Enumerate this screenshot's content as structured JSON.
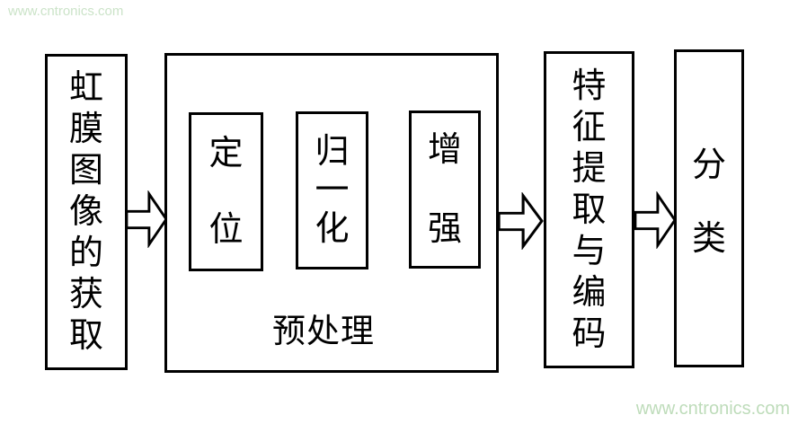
{
  "flowchart": {
    "stages": [
      {
        "id": "iris-image-acquisition",
        "label": "虹膜图像的获取"
      },
      {
        "id": "preprocessing",
        "label": "预处理",
        "steps": [
          {
            "id": "localization",
            "label": "定位"
          },
          {
            "id": "normalization",
            "label": "归一化"
          },
          {
            "id": "enhancement",
            "label": "增强"
          }
        ]
      },
      {
        "id": "feature-extraction-and-encoding",
        "label": "特征提取与编码"
      },
      {
        "id": "classification",
        "label": "分类"
      }
    ]
  },
  "watermarks": {
    "top_left": "www.cntronics.com",
    "bottom_right": "www.cntronics.com"
  },
  "colors": {
    "stroke": "#000000",
    "background": "#ffffff",
    "watermark": "#bedcba"
  }
}
